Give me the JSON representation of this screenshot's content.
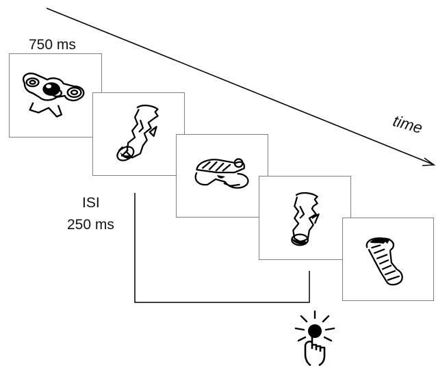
{
  "labels": {
    "stimulus_duration": "750 ms",
    "isi_title": "ISI",
    "isi_duration": "250 ms",
    "time_axis": "time"
  },
  "frames": [
    {
      "name": "frame-1",
      "object": "fidget-spinner-drawing"
    },
    {
      "name": "frame-2",
      "object": "torn-sock-drawing"
    },
    {
      "name": "frame-3",
      "object": "slipper-with-clip-drawing"
    },
    {
      "name": "frame-4",
      "object": "torn-sock-drawing-repeat"
    },
    {
      "name": "frame-5",
      "object": "striped-sock-drawing"
    }
  ],
  "response": {
    "icon": "hand-press-icon"
  },
  "colors": {
    "line": "#000000",
    "frame_border": "#7f7f7f",
    "text": "#111111"
  }
}
